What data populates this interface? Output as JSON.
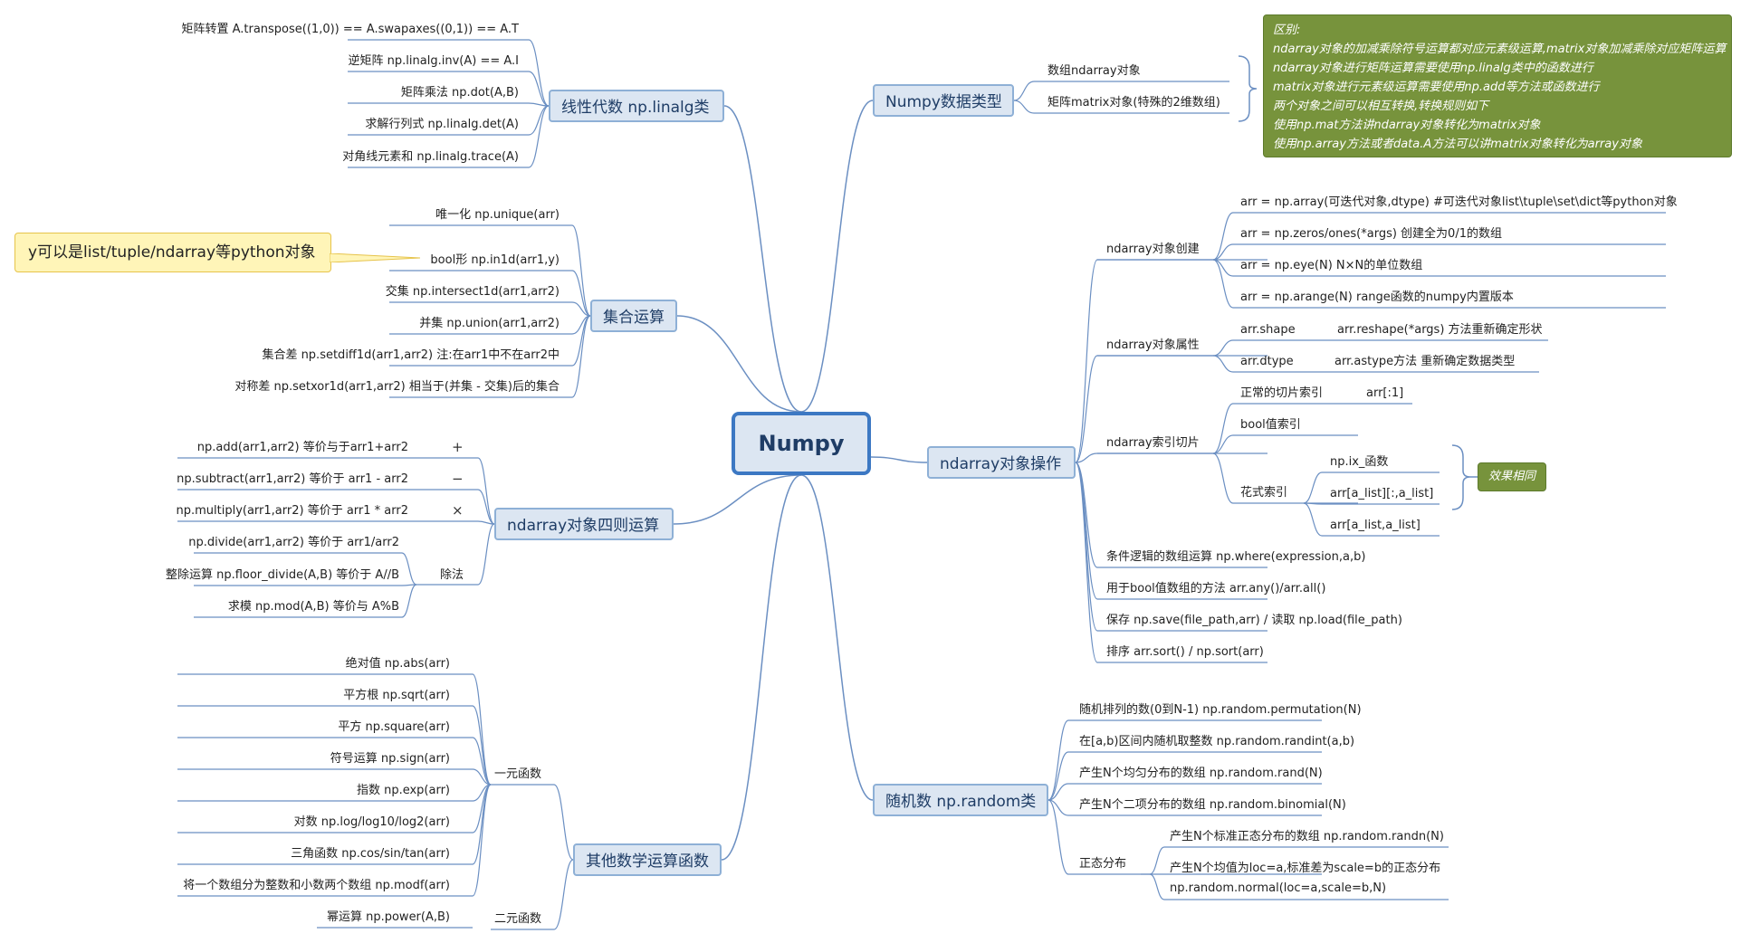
{
  "root": "Numpy",
  "linalg": {
    "title": "线性代数 np.linalg类",
    "items": [
      "矩阵转置 A.transpose((1,0)) == A.swapaxes((0,1)) == A.T",
      "逆矩阵 np.linalg.inv(A) == A.I",
      "矩阵乘法  np.dot(A,B)",
      "求解行列式  np.linalg.det(A)",
      "对角线元素和 np.linalg.trace(A)"
    ]
  },
  "sets": {
    "title": "集合运算",
    "items": [
      "唯一化  np.unique(arr)",
      "bool形  np.in1d(arr1,y)",
      "交集  np.intersect1d(arr1,arr2)",
      "并集   np.union(arr1,arr2)",
      "集合差 np.setdiff1d(arr1,arr2)  注:在arr1中不在arr2中",
      "对称差  np.setxor1d(arr1,arr2)  相当于(并集 - 交集)后的集合"
    ],
    "callout": "y可以是list/tuple/ndarray等python对象"
  },
  "arith": {
    "title": "ndarray对象四则运算",
    "items": [
      "np.add(arr1,arr2) 等价与于arr1+arr2",
      "np.subtract(arr1,arr2)  等价于 arr1 - arr2",
      "np.multiply(arr1,arr2) 等价于 arr1 * arr2",
      "np.divide(arr1,arr2) 等价于 arr1/arr2",
      "整除运算 np.floor_divide(A,B)  等价于 A//B",
      "求模 np.mod(A,B)  等价与 A%B"
    ],
    "ops": [
      "+",
      "−",
      "×"
    ],
    "div_label": "除法"
  },
  "math": {
    "title": "其他数学运算函数",
    "unary_label": "一元函数",
    "unary": [
      "绝对值 np.abs(arr)",
      "平方根 np.sqrt(arr)",
      "平方 np.square(arr)",
      "符号运算 np.sign(arr)",
      "指数 np.exp(arr)",
      "对数 np.log/log10/log2(arr)",
      "三角函数 np.cos/sin/tan(arr)",
      "将一个数组分为整数和小数两个数组 np.modf(arr)"
    ],
    "binary_label": "二元函数",
    "binary": [
      "幂运算 np.power(A,B)"
    ]
  },
  "types": {
    "title": "Numpy数据类型",
    "items": [
      "数组ndarray对象",
      "矩阵matrix对象(特殊的2维数组)"
    ],
    "note": [
      "区别:",
      "ndarray对象的加减乘除符号运算都对应元素级运算,matrix对象加减乘除对应矩阵运算",
      "ndarray对象进行矩阵运算需要使用np.linalg类中的函数进行",
      "matrix对象进行元素级运算需要使用np.add等方法或函数进行",
      "两个对象之间可以相互转换,转换规则如下",
      "使用np.mat方法讲ndarray对象转化为matrix对象",
      "使用np.array方法或者data.A方法可以讲matrix对象转化为array对象"
    ]
  },
  "ndops": {
    "title": "ndarray对象操作",
    "create_label": "ndarray对象创建",
    "create": [
      "arr = np.array(可迭代对象,dtype)  #可迭代对象list\\tuple\\set\\dict等python对象",
      "arr = np.zeros/ones(*args)  创建全为0/1的数组",
      "arr = np.eye(N) N×N的单位数组",
      "arr = np.arange(N) range函数的numpy内置版本"
    ],
    "attr_label": "ndarray对象属性",
    "attr": [
      {
        "key": "arr.shape",
        "val": "arr.reshape(*args) 方法重新确定形状"
      },
      {
        "key": "arr.dtype",
        "val": "arr.astype方法  重新确定数据类型"
      }
    ],
    "index_label": "ndarray索引切片",
    "slice_label": "正常的切片索引",
    "slice_val": "arr[:1]",
    "bool_label": "bool值索引",
    "fancy_label": "花式索引",
    "fancy": [
      "np.ix_函数",
      "arr[a_list][:,a_list]",
      "arr[a_list,a_list]"
    ],
    "same": "效果相同",
    "others": [
      "条件逻辑的数组运算 np.where(expression,a,b)",
      "用于bool值数组的方法 arr.any()/arr.all()",
      "保存 np.save(file_path,arr)  / 读取 np.load(file_path)",
      "排序 arr.sort() / np.sort(arr)"
    ]
  },
  "random": {
    "title": "随机数 np.random类",
    "items": [
      "随机排列的数(0到N-1)  np.random.permutation(N)",
      "在[a,b)区间内随机取整数 np.random.randint(a,b)",
      "产生N个均匀分布的数组  np.random.rand(N)",
      "产生N个二项分布的数组  np.random.binomial(N)"
    ],
    "normal_label": "正态分布",
    "normal": [
      "产生N个标准正态分布的数组 np.random.randn(N)",
      "产生N个均值为loc=a,标准差为scale=b的正态分布",
      "np.random.normal(loc=a,scale=b,N)"
    ]
  }
}
